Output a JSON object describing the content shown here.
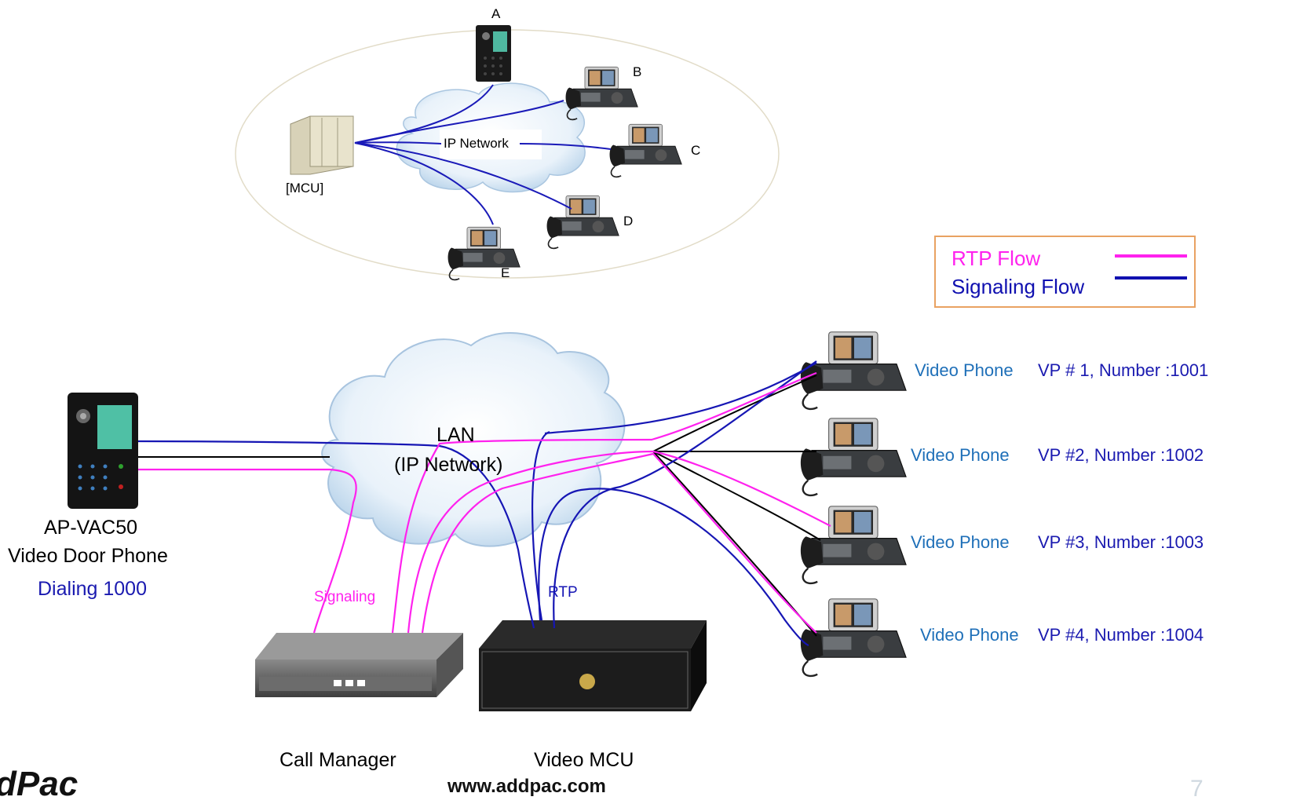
{
  "top_diagram": {
    "nodes": {
      "a": "A",
      "b": "B",
      "c": "C",
      "d": "D",
      "e": "E"
    },
    "network_label": "IP Network",
    "mcu_label": "[MCU]"
  },
  "legend": {
    "rtp_label": "RTP Flow",
    "rtp_color": "#ff22ee",
    "signaling_label": "Signaling Flow",
    "signaling_color": "#1010b0"
  },
  "bottom_diagram": {
    "lan_label_line1": "LAN",
    "lan_label_line2": "(IP Network)",
    "door_phone": {
      "model": "AP-VAC50",
      "name": "Video Door Phone",
      "action": "Dialing 1000"
    },
    "signaling_label": "Signaling",
    "rtp_label": "RTP",
    "call_manager_label": "Call Manager",
    "video_mcu_label": "Video MCU",
    "video_phones": [
      {
        "type": "Video Phone",
        "id": "VP # 1, Number :1001"
      },
      {
        "type": "Video Phone",
        "id": "VP #2, Number :1002"
      },
      {
        "type": "Video Phone",
        "id": "VP #3, Number :1003"
      },
      {
        "type": "Video Phone",
        "id": "VP #4, Number :1004"
      }
    ]
  },
  "footer": {
    "logo": "dPac",
    "url": "www.addpac.com",
    "page_number": "7"
  }
}
